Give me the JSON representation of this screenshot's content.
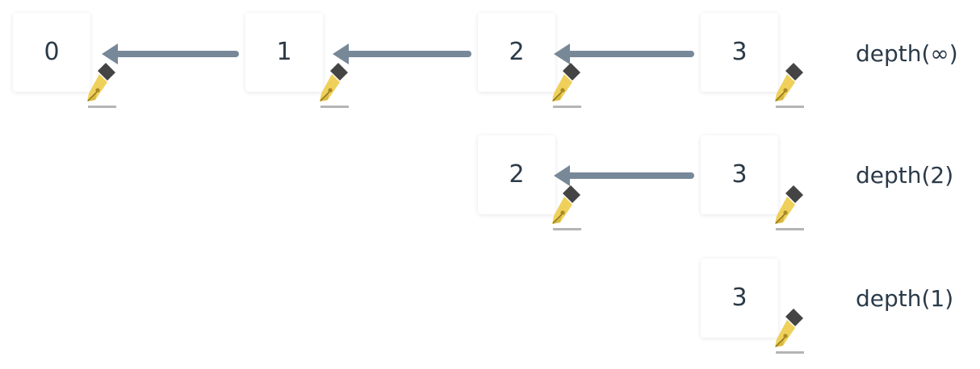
{
  "rows": [
    {
      "label": "depth(∞)",
      "nodes": [
        "0",
        "1",
        "2",
        "3"
      ]
    },
    {
      "label": "depth(2)",
      "nodes": [
        "2",
        "3"
      ]
    },
    {
      "label": "depth(1)",
      "nodes": [
        "3"
      ]
    }
  ],
  "colors": {
    "arrow": "#778898",
    "pen_body": "#efd05a",
    "pen_cap": "#444444",
    "underline": "#b5b5b5",
    "text": "#2b3a48"
  },
  "icon": "fountain-pen-icon"
}
